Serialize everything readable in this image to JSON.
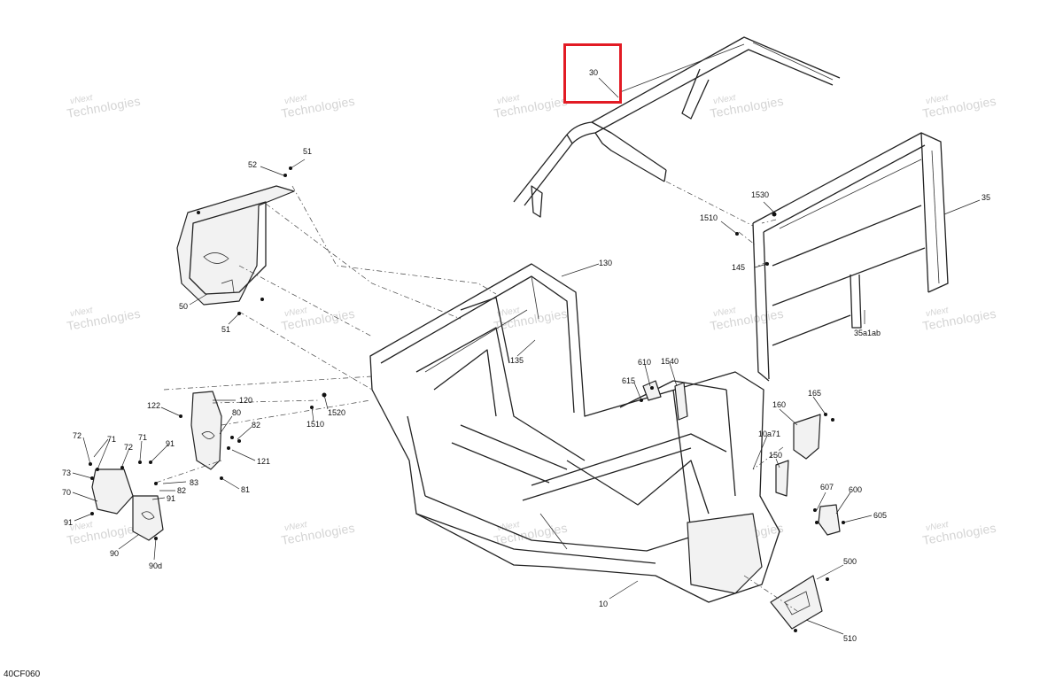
{
  "diagram_code": "40CF060",
  "highlight": {
    "color": "#e21b24",
    "label": "30"
  },
  "watermark": {
    "line1": "vNext",
    "line2": "Technologies"
  },
  "callouts": {
    "c30": "30",
    "c35": "35",
    "c35a1ab": "35a1ab",
    "c145": "145",
    "c1510a": "1510",
    "c1530": "1530",
    "c52": "52",
    "c51a": "51",
    "c50": "50",
    "c51b": "51",
    "c130": "130",
    "c135": "135",
    "c120": "120",
    "c122": "122",
    "c80": "80",
    "c82a": "82",
    "c121": "121",
    "c1520": "1520",
    "c1510b": "1510",
    "c83": "83",
    "c82b": "82",
    "c81": "81",
    "c91a": "91",
    "c91b": "91",
    "c91c": "91",
    "c71a": "71",
    "c71b": "71",
    "c72a": "72",
    "c72b": "72",
    "c73": "73",
    "c70": "70",
    "c90": "90",
    "c90d": "90d",
    "c610": "610",
    "c1540": "1540",
    "c615": "615",
    "c160": "160",
    "c165": "165",
    "c10a71": "10a71",
    "c150": "150",
    "c607": "607",
    "c600": "600",
    "c605": "605",
    "c500": "500",
    "c510": "510",
    "c10": "10"
  },
  "colors": {
    "line": "#222222",
    "watermark": "#d4d4d4",
    "background": "#ffffff"
  }
}
